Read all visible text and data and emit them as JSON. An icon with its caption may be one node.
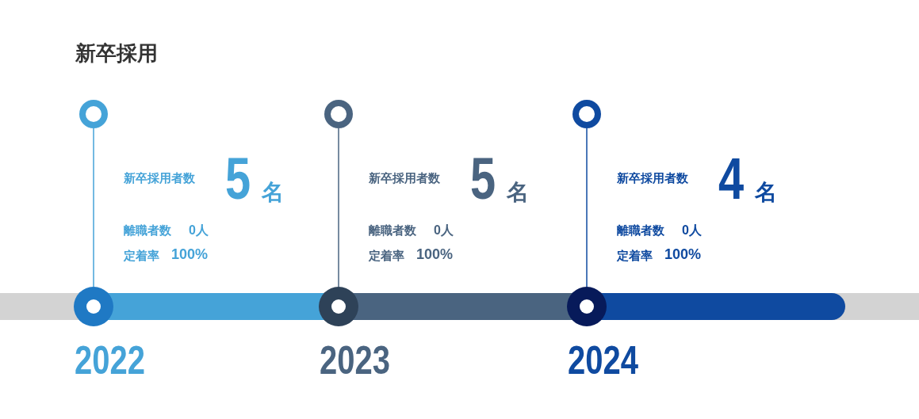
{
  "diagram": {
    "title": "新卒採用",
    "nodes": [
      {
        "text": [],
        "shape": "circle"
      },
      {
        "text": [],
        "shape": "circle"
      },
      {
        "text": [],
        "shape": "circle"
      },
      {
        "text": [],
        "shape": "circle",
        "beside": [
          "2022"
        ]
      },
      {
        "text": [],
        "shape": "circle",
        "beside": [
          "2023"
        ]
      },
      {
        "text": [],
        "shape": "circle",
        "beside": [
          "2024"
        ]
      }
    ],
    "edges": [
      {
        "from": 0,
        "to": 3,
        "arrow": "none"
      },
      {
        "from": 1,
        "to": 4,
        "arrow": "none"
      },
      {
        "from": 2,
        "to": 5,
        "arrow": "none"
      }
    ],
    "labels": [
      "新卒採用者数",
      "5",
      "名",
      "離職者数",
      "0人",
      "定着率",
      "100%",
      "新卒採用者数",
      "5",
      "名",
      "離職者数",
      "0人",
      "定着率",
      "100%",
      "新卒採用者数",
      "4",
      "名",
      "離職者数",
      "0人",
      "定着率",
      "100%"
    ]
  }
}
